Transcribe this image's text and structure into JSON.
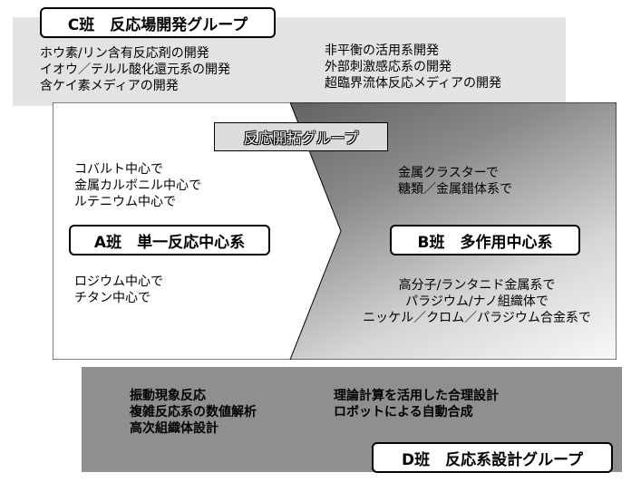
{
  "group_c": {
    "title": "C班　反応場開発グループ",
    "left_items": [
      "ホウ素/リン含有反応剤の開発",
      "イオウ／テルル酸化還元系の開発",
      "含ケイ素メディアの開発"
    ],
    "right_items": [
      "非平衡の活用系開発",
      "外部刺激感応系の開発",
      "超臨界流体反応メディアの開発"
    ]
  },
  "center_title": "反応開拓グループ",
  "group_a": {
    "title": "A班　単一反応中心系",
    "upper_items": [
      "コバルト中心で",
      "金属カルボニル中心で",
      "ルテニウム中心で"
    ],
    "lower_items": [
      "ロジウム中心で",
      "チタン中心で"
    ]
  },
  "group_b": {
    "title": "B班　多作用中心系",
    "upper_items": [
      "金属クラスターで",
      "糖類／金属錯体系で"
    ],
    "lower_items": [
      "高分子/ランタニド金属系で",
      "パラジウム/ナノ組織体で",
      "ニッケル／クロム／パラジウム合金系で"
    ]
  },
  "group_d": {
    "title": "D班　反応系設計グループ",
    "left_items": [
      "振動現象反応",
      "複雑反応系の数値解析",
      "高次組織体設計"
    ],
    "right_items": [
      "理論計算を活用した合理設計",
      "ロボットによる自動合成"
    ]
  }
}
